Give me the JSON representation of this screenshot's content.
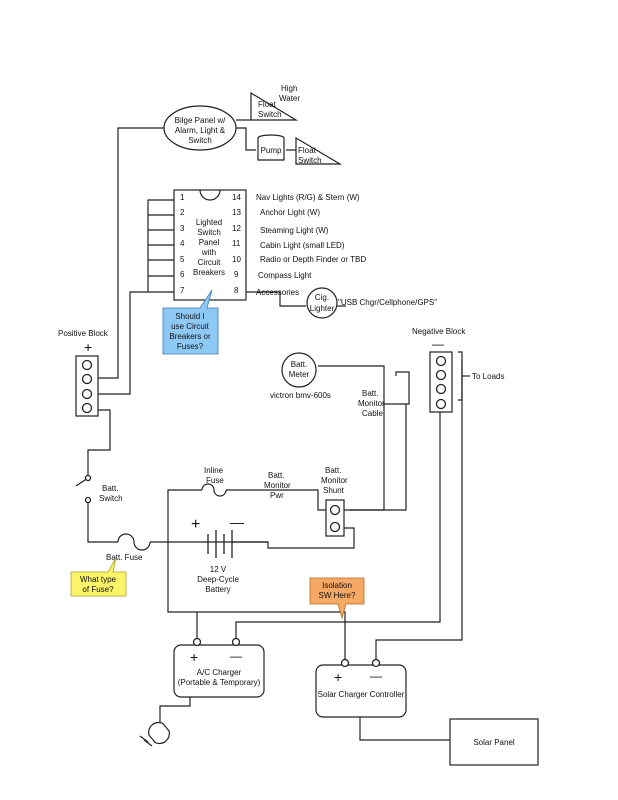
{
  "bilge": {
    "panel": [
      "Bilge Panel w/",
      "Alarm, Light &",
      "Switch"
    ],
    "float_switch_high": [
      "Float",
      "Switch"
    ],
    "high_water": [
      "High",
      "Water"
    ],
    "pump": "Pump",
    "float_switch_low": [
      "Float",
      "Switch"
    ]
  },
  "switch_panel": {
    "label": [
      "Lighted",
      "Switch",
      "Panel",
      "with",
      "Circuit",
      "Breakers"
    ],
    "left_pins": [
      "1",
      "2",
      "3",
      "4",
      "5",
      "6",
      "7"
    ],
    "right_pins": [
      "14",
      "13",
      "12",
      "11",
      "10",
      "9",
      "8"
    ],
    "circuits": [
      "Nav Lights (R/G) & Stern (W)",
      "Anchor Light (W)",
      "Steaming Light (W)",
      "Cabin Light (small LED)",
      "Radio or Depth Finder or TBD",
      "Compass Light",
      "Accessories"
    ]
  },
  "cig_lighter": {
    "label": [
      "Cig.",
      "Lighter"
    ],
    "note": "\"USB Chgr/Cellphone/GPS\""
  },
  "notes": {
    "breakers": [
      "Should I",
      "use Circuit",
      "Breakers or",
      "Fuses?"
    ],
    "fuse_type": [
      "What type",
      "of Fuse?"
    ],
    "isolation": [
      "Isolation",
      "SW Here?"
    ]
  },
  "positive_block": {
    "title": "Positive Block",
    "symbol": "+"
  },
  "negative_block": {
    "title": "Negative Block",
    "symbol": "—"
  },
  "to_loads": "To Loads",
  "batt_meter": {
    "label": [
      "Batt.",
      "Meter"
    ],
    "model": "victron bmv-600s"
  },
  "monitor_cable": [
    "Batt.",
    "Monitor",
    "Cable"
  ],
  "batt_switch": [
    "Batt.",
    "Switch"
  ],
  "inline_fuse": [
    "Inline",
    "Fuse"
  ],
  "monitor_pwr": [
    "Batt.",
    "Monitor",
    "Pwr"
  ],
  "monitor_shunt": [
    "Batt.",
    "Monitor",
    "Shunt"
  ],
  "batt_fuse": "Batt. Fuse",
  "battery": {
    "label": [
      "12 V",
      "Deep-Cycle",
      "Battery"
    ],
    "plus": "+",
    "minus": "—"
  },
  "ac_charger": {
    "label": [
      "A/C Charger",
      "(Portable & Temporary)"
    ],
    "plus": "+",
    "minus": "—"
  },
  "solar_controller": {
    "label": "Solar Charger Controller",
    "plus": "+",
    "minus": "—"
  },
  "solar_panel": "Solar Panel",
  "colors": {
    "note_blue": "#8ec8f5",
    "note_yellow": "#fbf469",
    "note_orange": "#f6a964",
    "wire": "#222222"
  }
}
